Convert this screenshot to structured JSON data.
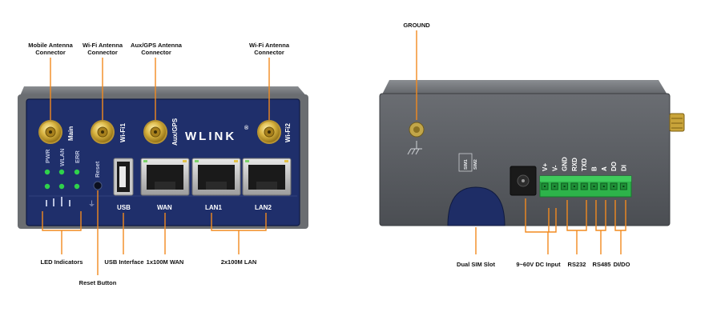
{
  "front_panel": {
    "brand": "WLINK",
    "registered_mark": "®",
    "antenna_ports": [
      {
        "silk": "Main",
        "callout": "Mobile Antenna\nConnector"
      },
      {
        "silk": "Wi-Fi1",
        "callout": "Wi-Fi Antenna\nConnector"
      },
      {
        "silk": "Aux/GPS",
        "callout": "Aux/GPS Antenna\nConnector"
      },
      {
        "silk": "Wi-Fi2",
        "callout": "Wi-Fi Antenna\nConnector"
      }
    ],
    "led_labels": [
      "PWR",
      "WLAN",
      "ERR"
    ],
    "reset_silk": "Reset",
    "port_labels": {
      "usb": "USB",
      "wan": "WAN",
      "lan1": "LAN1",
      "lan2": "LAN2"
    },
    "callouts": {
      "leds": "LED Indicators",
      "reset": "Reset Button",
      "usb": "USB Interface",
      "wan": "1x100M WAN",
      "lan": "2x100M LAN"
    },
    "colors": {
      "body": "#1f2f6b",
      "accent": "#f28a1f"
    }
  },
  "side_panel": {
    "sim_silk": [
      "SIM1",
      "SIM2"
    ],
    "terminal_pins": [
      "V+",
      "V-",
      "GND",
      "RXD",
      "TXD",
      "B",
      "A",
      "DO",
      "DI"
    ],
    "callouts": {
      "ground": "GROUND",
      "sim": "Dual SIM Slot",
      "power": "9~60V DC Input",
      "rs232": "RS232",
      "rs485": "RS485",
      "dido": "DI/DO"
    },
    "colors": {
      "body": "#55585d",
      "terminal": "#2db34a"
    }
  }
}
